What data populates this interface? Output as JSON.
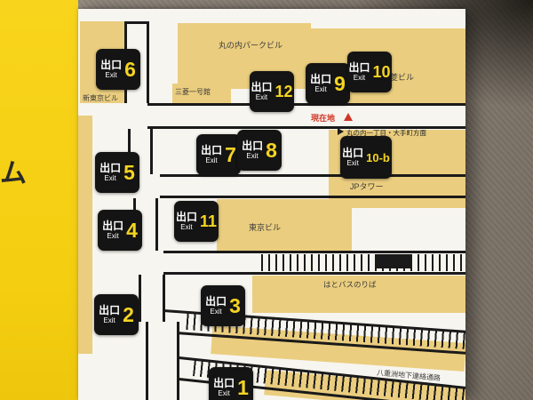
{
  "colors": {
    "panel_yellow": "#f5d013",
    "map_paper": "#f7f5ef",
    "block_tan": "#eacd7e",
    "line_black": "#1a1a1a",
    "exit_number_yellow": "#f5d421",
    "location_red": "#cf3527",
    "wall_gray": "#8b8174"
  },
  "left_panel": {
    "partial_text": "ム"
  },
  "map": {
    "exits": [
      {
        "jp": "出口",
        "en": "Exit",
        "num": "6"
      },
      {
        "jp": "出口",
        "en": "Exit",
        "num": "12"
      },
      {
        "jp": "出口",
        "en": "Exit",
        "num": "9"
      },
      {
        "jp": "出口",
        "en": "Exit",
        "num": "10"
      },
      {
        "jp": "出口",
        "en": "Exit",
        "num": "7"
      },
      {
        "jp": "出口",
        "en": "Exit",
        "num": "8"
      },
      {
        "jp": "出口",
        "en": "Exit",
        "num": "10-b"
      },
      {
        "jp": "出口",
        "en": "Exit",
        "num": "5"
      },
      {
        "jp": "出口",
        "en": "Exit",
        "num": "11"
      },
      {
        "jp": "出口",
        "en": "Exit",
        "num": "4"
      },
      {
        "jp": "出口",
        "en": "Exit",
        "num": "3"
      },
      {
        "jp": "出口",
        "en": "Exit",
        "num": "2"
      },
      {
        "jp": "出口",
        "en": "Exit",
        "num": "1"
      }
    ],
    "labels": {
      "marunouchi_park_bldg": "丸の内パークビル",
      "mitsubishi_ichigokan": "三菱一号館",
      "shin_tokyo_bldg": "新東京ビル",
      "mitsubishi_bldg": "三菱ビル",
      "jp_tower": "JPタワー",
      "tokyo_bldg": "東京ビル",
      "hato_bus_stop": "はとバスのりば",
      "yaesu_underground_passage": "八重洲地下連絡通路",
      "current_location": "現在地",
      "direction_note": "丸の内一丁目・大手町方面"
    }
  }
}
